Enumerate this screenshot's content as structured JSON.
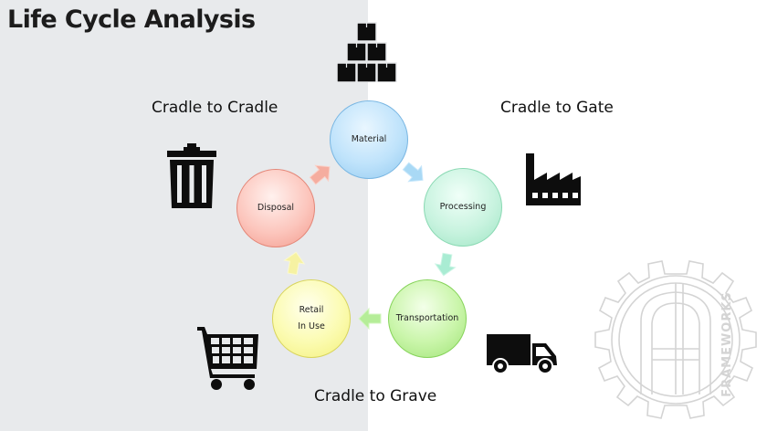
{
  "title": "Life Cycle Analysis",
  "stages": {
    "cradle_to_cradle": "Cradle to Cradle",
    "cradle_to_gate": "Cradle to Gate",
    "cradle_to_grave": "Cradle to Grave"
  },
  "nodes": {
    "material": "Material",
    "processing": "Processing",
    "transportation": "Transportation",
    "retail": "Retail\nIn Use",
    "disposal": "Disposal"
  },
  "watermark": {
    "text": "FRAMEWORKS"
  },
  "colors": {
    "material": "#bfe3fb",
    "processing": "#c8f3df",
    "transportation": "#c9f5a9",
    "retail": "#fbfbb0",
    "disposal": "#fcc6bd",
    "left_background": "#e8eaec",
    "icon": "#0d0d0d"
  },
  "icons": [
    "boxes-icon",
    "factory-icon",
    "truck-icon",
    "shopping-cart-icon",
    "trash-can-icon",
    "gear-logo-icon"
  ]
}
